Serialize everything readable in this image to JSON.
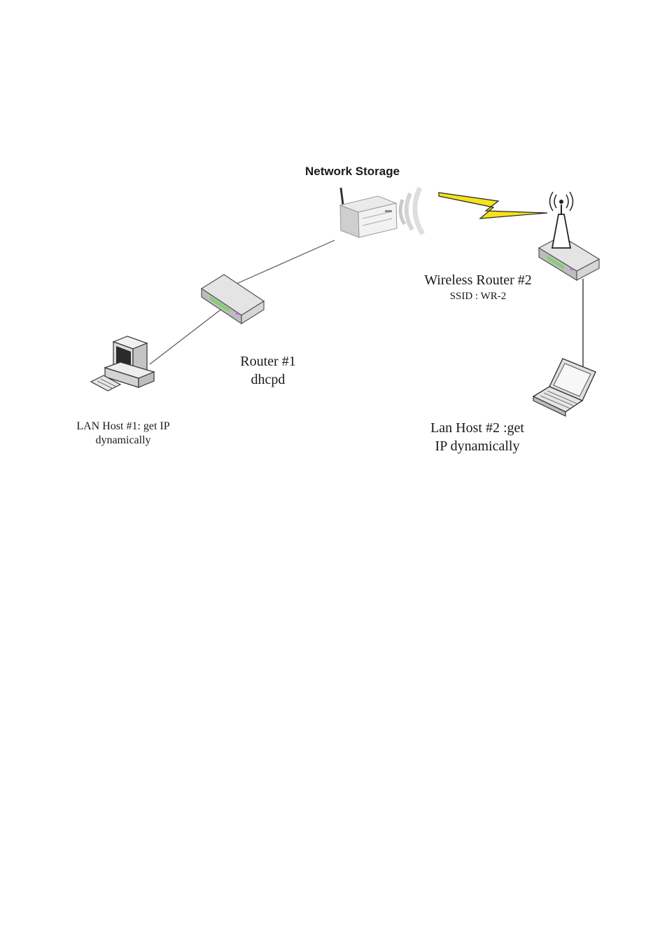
{
  "diagram": {
    "nodes": {
      "network_storage": {
        "label": "Network Storage"
      },
      "wireless_router": {
        "label": "Wireless Router #2",
        "sublabel": "SSID : WR-2"
      },
      "router1": {
        "label_line1": "Router #1",
        "label_line2": "dhcpd"
      },
      "lan_host1": {
        "label_line1": "LAN Host #1: get IP",
        "label_line2": "dynamically"
      },
      "lan_host2": {
        "label_line1": "Lan Host #2 :get",
        "label_line2": "IP dynamically"
      }
    },
    "edges": [
      {
        "from": "lan_host1",
        "to": "router1",
        "type": "wired"
      },
      {
        "from": "router1",
        "to": "network_storage",
        "type": "wired"
      },
      {
        "from": "network_storage",
        "to": "wireless_router",
        "type": "wireless"
      },
      {
        "from": "wireless_router",
        "to": "lan_host2",
        "type": "wired"
      }
    ],
    "colors": {
      "lightning": "#f5e21a",
      "router_led": "#7ed36a",
      "line": "#555555"
    }
  }
}
